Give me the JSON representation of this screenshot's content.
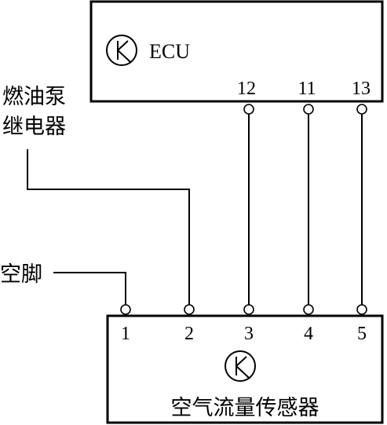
{
  "ecu": {
    "label": "ECU",
    "pins": [
      "12",
      "11",
      "13"
    ]
  },
  "fuel_pump_relay": {
    "line1": "燃油泵",
    "line2": "继电器"
  },
  "empty_pin": {
    "label": "空脚"
  },
  "sensor": {
    "label": "空气流量传感器",
    "pins": [
      "1",
      "2",
      "3",
      "4",
      "5"
    ]
  },
  "icons": {
    "ecu_symbol": "transistor-symbol-icon",
    "sensor_symbol": "transistor-symbol-icon"
  }
}
